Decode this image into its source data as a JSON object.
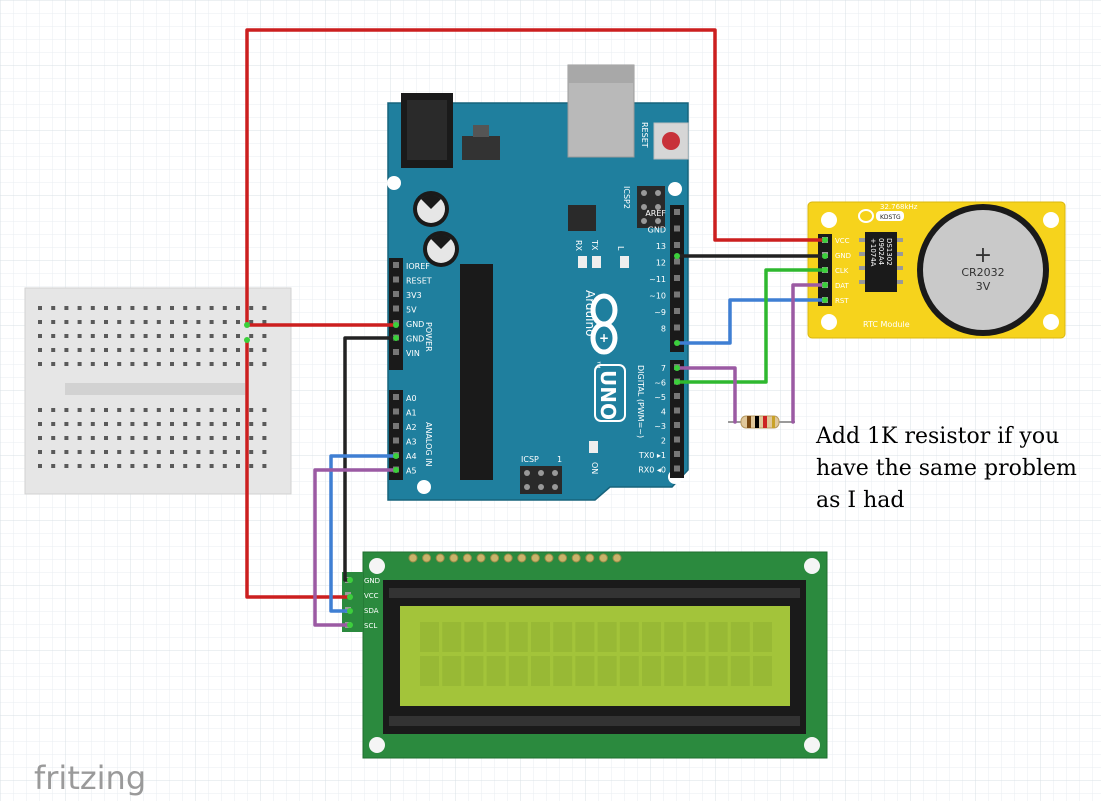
{
  "annotation": {
    "line1": "Add 1K resistor if you",
    "line2": "have the same problem",
    "line3": "as I had"
  },
  "watermark": "fritzing",
  "arduino": {
    "logo_text": "UNO",
    "brand": "Arduino",
    "tm": "™",
    "reset_label": "RESET",
    "icsp2_label": "ICSP2",
    "icsp_label": "ICSP",
    "icsp_pin1": "1",
    "tx_label": "TX",
    "rx_label": "RX",
    "l_label": "L",
    "on_label": "ON",
    "power_label": "POWER",
    "analog_label": "ANALOG IN",
    "digital_label": "DIGITAL (PWM=~)",
    "power_pins": [
      "IOREF",
      "RESET",
      "3V3",
      "5V",
      "GND",
      "GND",
      "VIN"
    ],
    "analog_pins": [
      "A0",
      "A1",
      "A2",
      "A3",
      "A4",
      "A5"
    ],
    "digital_top": [
      "AREF",
      "GND",
      "13",
      "12",
      "~11",
      "~10",
      "~9",
      "8"
    ],
    "digital_bottom": [
      "7",
      "~6",
      "~5",
      "4",
      "~3",
      "2",
      "TX0 ▸1",
      "RX0 ◂0"
    ]
  },
  "rtc": {
    "pins": [
      "VCC",
      "GND",
      "CLK",
      "DAT",
      "RST"
    ],
    "crystal_label": "32.768kHz",
    "crystal_part": "KDSTG",
    "chip_text": [
      "DS1302",
      "0902A4",
      "+1074A"
    ],
    "battery_symbol": "+",
    "battery_model": "CR2032",
    "battery_voltage": "3V",
    "module_label": "RTC Module"
  },
  "lcd": {
    "pins": [
      "GND",
      "VCC",
      "SDA",
      "SCL"
    ]
  },
  "colors": {
    "arduino_board": "#1f7f9e",
    "wire_red": "#cc1f1f",
    "wire_black": "#222222",
    "wire_blue": "#3f7fd3",
    "wire_green": "#2fb82f",
    "wire_purple": "#9b5aa3",
    "rtc_board": "#f6d31c",
    "lcd_board": "#2b8a3e",
    "lcd_screen": "#a3c43a",
    "breadboard": "#e6e6e6"
  }
}
